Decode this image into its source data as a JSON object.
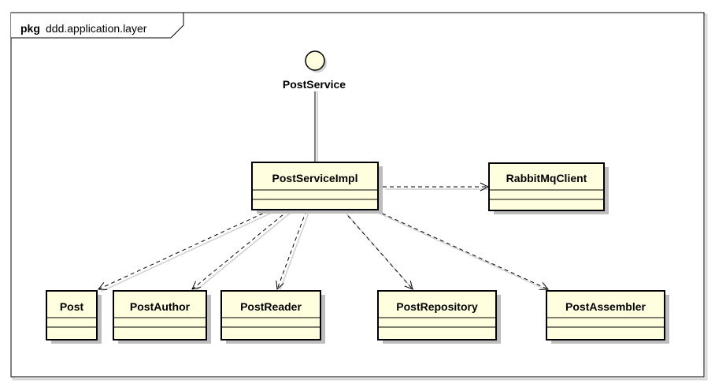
{
  "package": {
    "keyword": "pkg",
    "name": "ddd.application.layer"
  },
  "interface": {
    "name": "PostService"
  },
  "classes": {
    "impl": "PostServiceImpl",
    "rabbit": "RabbitMqClient",
    "post": "Post",
    "author": "PostAuthor",
    "reader": "PostReader",
    "repository": "PostRepository",
    "assembler": "PostAssembler"
  },
  "colors": {
    "class_fill": "#ffffe0",
    "shadow": "#bdbdbd",
    "line": "#000000",
    "frame": "#000000"
  }
}
